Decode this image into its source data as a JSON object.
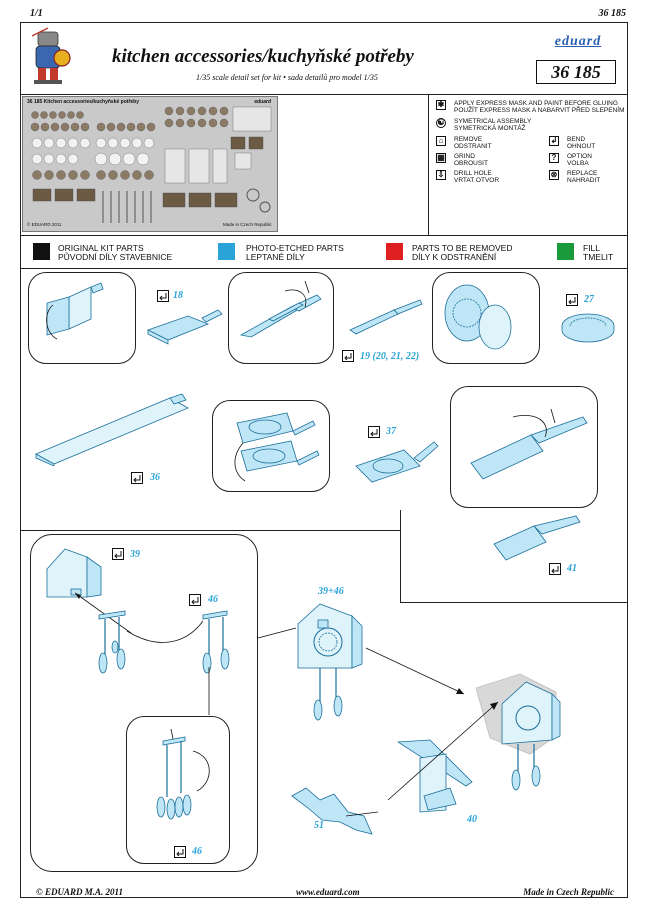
{
  "header": {
    "page": "1/1",
    "code_top": "36 185",
    "title": "kitchen accessories/kuchyňské potřeby",
    "subtitle": "1/35 scale detail set for kit  • sada detailů pro model 1/35",
    "brand": "eduard",
    "code_box": "36 185"
  },
  "fret": {
    "label": "36 185  Kitchen accessories/kuchyňské potřeby",
    "brand": "eduard",
    "copyright": "© EDUARD 2011",
    "made_in": "Made in Czech Republic"
  },
  "symbols": {
    "express_mask": {
      "line1": "APPLY EXPRESS MASK AND PAINT BEFORE GLUING",
      "line2": "POUŽÍT EXPRESS MASK A NABARVIT PŘED SLEPENÍM"
    },
    "symmetrical": {
      "line1": "SYMETRICAL ASSEMBLY",
      "line2": "SYMETRICKÁ MONTÁŽ"
    },
    "remove": {
      "line1": "REMOVE",
      "line2": "ODSTRANIT"
    },
    "bend": {
      "line1": "BEND",
      "line2": "OHNOUT"
    },
    "grind": {
      "line1": "GRIND",
      "line2": "OBROUSIT"
    },
    "option": {
      "line1": "OPTION",
      "line2": "VOLBA"
    },
    "drill": {
      "line1": "DRILL HOLE",
      "line2": "VRTAT OTVOR"
    },
    "replace": {
      "line1": "REPLACE",
      "line2": "NAHRADIT"
    }
  },
  "legend": [
    {
      "line1": "ORIGINAL KIT PARTS",
      "line2": "PŮVODNÍ DÍLY STAVEBNICE",
      "color": "#111111"
    },
    {
      "line1": "PHOTO-ETCHED PARTS",
      "line2": "LEPTANÉ DÍLY",
      "color": "#2aa3d8"
    },
    {
      "line1": "PARTS TO BE REMOVED",
      "line2": "DÍLY K ODSTRANĚNÍ",
      "color": "#e02020"
    },
    {
      "line1": "FILL",
      "line2": "TMELIT",
      "color": "#1a9a3a"
    }
  ],
  "callouts": {
    "c18": "18",
    "c19": "19 (20, 21, 22)",
    "c27": "27",
    "c36": "36",
    "c37": "37",
    "c41": "41",
    "c39": "39",
    "c46a": "46",
    "c3946": "39+46",
    "c40": "40",
    "c51": "51",
    "c46b": "46"
  },
  "footer": {
    "copyright": "© EDUARD  M.A. 2011",
    "url": "www.eduard.com",
    "made_in": "Made in Czech Republic"
  }
}
